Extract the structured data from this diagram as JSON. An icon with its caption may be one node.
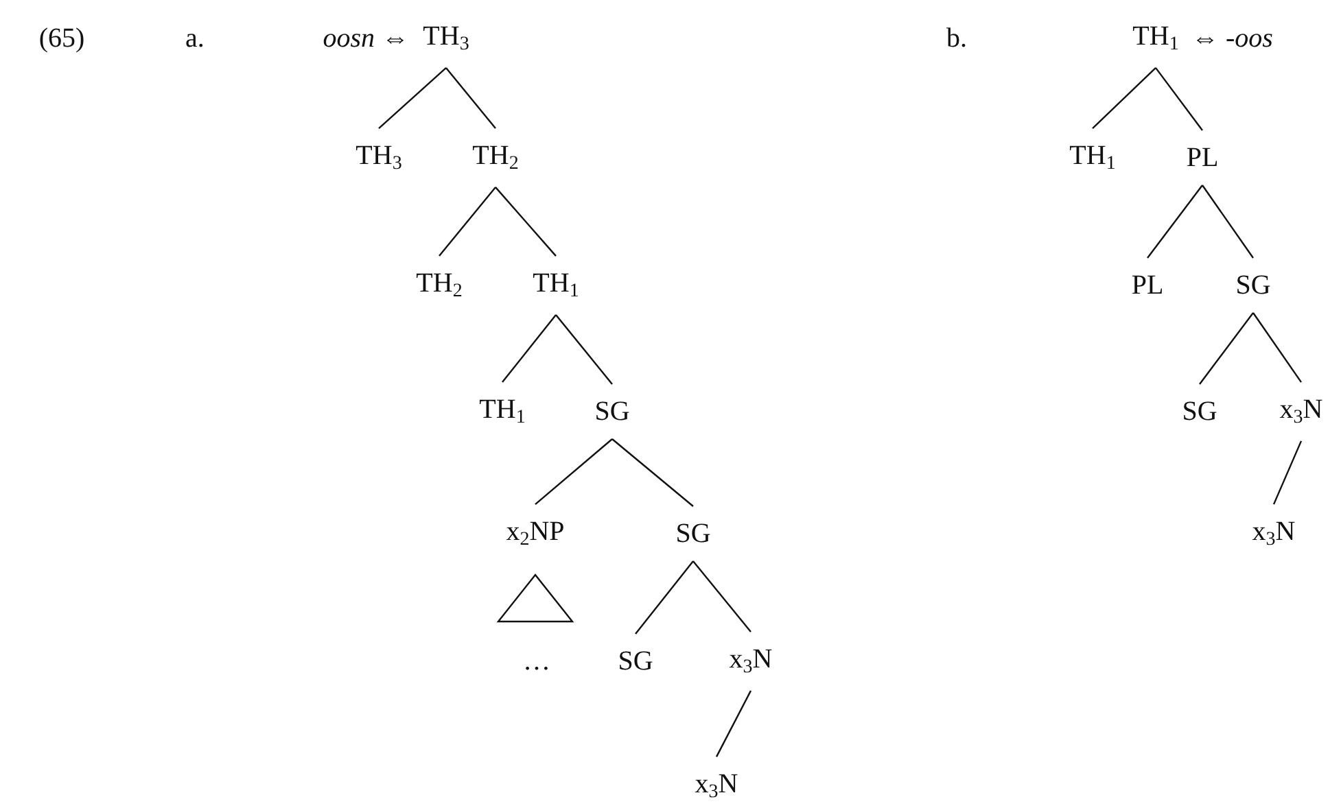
{
  "diagram": {
    "nodes": [
      {
        "text": [
          "TH$_{3}$"
        ],
        "beside": [
          "*oosn* ⇔"
        ]
      },
      {
        "text": [
          "TH$_{3}$"
        ]
      },
      {
        "text": [
          "TH$_{2}$"
        ]
      },
      {
        "text": [
          "TH$_{2}$"
        ]
      },
      {
        "text": [
          "TH$_{1}$"
        ]
      },
      {
        "text": [
          "TH$_{1}$"
        ]
      },
      {
        "text": [
          "SG"
        ]
      },
      {
        "text": [
          "x$_{2}$NP"
        ]
      },
      {
        "text": [
          "SG"
        ]
      },
      {
        "text": [
          "SG"
        ]
      },
      {
        "text": [
          "x$_{3}$N"
        ]
      },
      {
        "text": [
          "x$_{3}$N"
        ]
      },
      {
        "text": [
          "TH$_{1}$"
        ],
        "beside": [
          "⇔ *-oos*"
        ]
      },
      {
        "text": [
          "TH$_{1}$"
        ]
      },
      {
        "text": [
          "PL"
        ]
      },
      {
        "text": [
          "PL"
        ]
      },
      {
        "text": [
          "SG"
        ]
      },
      {
        "text": [
          "SG"
        ]
      },
      {
        "text": [
          "x$_{3}$N"
        ]
      },
      {
        "text": [
          "x$_{3}$N"
        ]
      }
    ],
    "edges": [
      {
        "from": 0,
        "to": 1,
        "arrow": "none"
      },
      {
        "from": 0,
        "to": 2,
        "arrow": "none"
      },
      {
        "from": 2,
        "to": 3,
        "arrow": "none"
      },
      {
        "from": 2,
        "to": 4,
        "arrow": "none"
      },
      {
        "from": 4,
        "to": 5,
        "arrow": "none"
      },
      {
        "from": 4,
        "to": 6,
        "arrow": "none"
      },
      {
        "from": 6,
        "to": 7,
        "arrow": "none"
      },
      {
        "from": 6,
        "to": 8,
        "arrow": "none"
      },
      {
        "from": 8,
        "to": 9,
        "arrow": "none"
      },
      {
        "from": 8,
        "to": 10,
        "arrow": "none"
      },
      {
        "from": 10,
        "to": 11,
        "arrow": "none"
      },
      {
        "from": 12,
        "to": 13,
        "arrow": "none"
      },
      {
        "from": 12,
        "to": 14,
        "arrow": "none"
      },
      {
        "from": 14,
        "to": 15,
        "arrow": "none"
      },
      {
        "from": 14,
        "to": 16,
        "arrow": "none"
      },
      {
        "from": 16,
        "to": 17,
        "arrow": "none"
      },
      {
        "from": 16,
        "to": 18,
        "arrow": "none"
      },
      {
        "from": 18,
        "to": 19,
        "arrow": "none"
      }
    ],
    "labels": [
      "(65)",
      "a.",
      "b.",
      "…"
    ]
  }
}
